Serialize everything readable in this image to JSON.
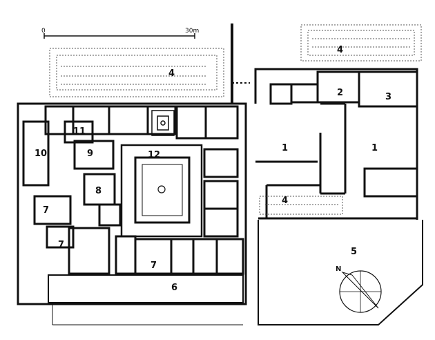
{
  "scale_bar": {
    "start": "0",
    "end": "30m"
  },
  "room_labels": {
    "r1_left": "1",
    "r1_right": "1",
    "r2": "2",
    "r3": "3",
    "r4_top_left": "4",
    "r4_top_right": "4",
    "r4_middle": "4",
    "r5": "5",
    "r6": "6",
    "r7_a": "7",
    "r7_b": "7",
    "r7_c": "7",
    "r8": "8",
    "r9": "9",
    "r10": "10",
    "r11": "11",
    "r12": "12"
  },
  "compass": {
    "label": "N"
  },
  "colors": {
    "ink": "#111111",
    "paper": "#ffffff",
    "dots": "#555555"
  }
}
